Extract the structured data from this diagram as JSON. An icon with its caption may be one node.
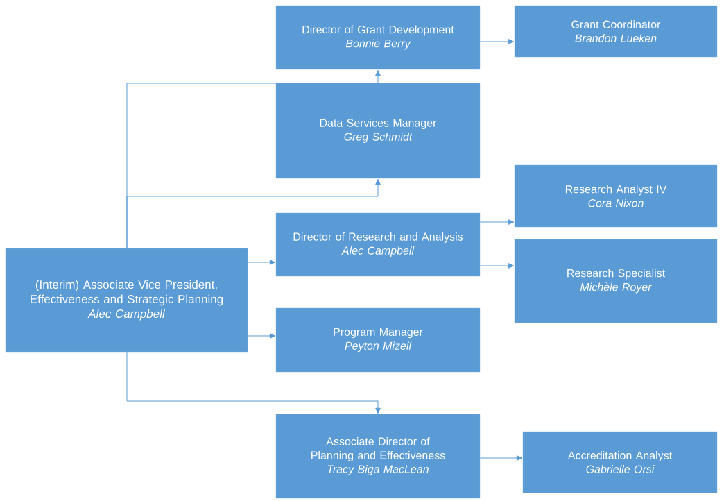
{
  "diagram": {
    "nodes": [
      {
        "text": [
          "(Interim) Associate Vice President, Effectiveness and Strategic Planning",
          "Alec Campbell"
        ]
      },
      {
        "text": [
          "Director of Grant Development",
          "Bonnie Berry"
        ]
      },
      {
        "text": [
          "Grant Coordinator",
          "Brandon Lueken"
        ]
      },
      {
        "text": [
          "Data Services Manager",
          "Greg Schmidt"
        ]
      },
      {
        "text": [
          "Research Analyst IV",
          "Cora Nixon"
        ]
      },
      {
        "text": [
          "Director of Research and Analysis",
          "Alec Campbell"
        ]
      },
      {
        "text": [
          "Research Specialist",
          "Michèle Royer"
        ]
      },
      {
        "text": [
          "Program Manager",
          "Peyton Mizell"
        ]
      },
      {
        "text": [
          "Associate Director of Planning and Effectiveness",
          "Tracy Biga MacLean"
        ]
      },
      {
        "text": [
          "Accreditation Analyst",
          "Gabrielle Orsi"
        ]
      }
    ],
    "edges": [
      {
        "from": 0,
        "to": 1,
        "arrow": "to"
      },
      {
        "from": 0,
        "to": 3,
        "arrow": "to"
      },
      {
        "from": 0,
        "to": 5,
        "arrow": "to"
      },
      {
        "from": 0,
        "to": 7,
        "arrow": "to"
      },
      {
        "from": 0,
        "to": 8,
        "arrow": "to"
      },
      {
        "from": 1,
        "to": 2,
        "arrow": "to"
      },
      {
        "from": 5,
        "to": 4,
        "arrow": "to"
      },
      {
        "from": 5,
        "to": 6,
        "arrow": "to"
      },
      {
        "from": 8,
        "to": 9,
        "arrow": "to"
      }
    ]
  }
}
